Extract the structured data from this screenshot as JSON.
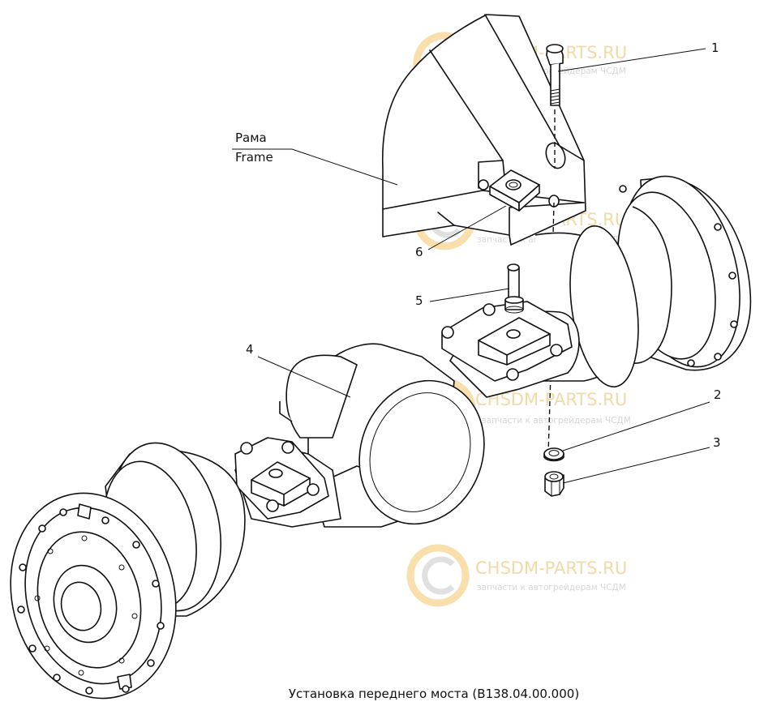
{
  "watermark": {
    "site": "CHSDM-PARTS.RU",
    "tagline": "запчасти к автогрейдерам ЧСДМ"
  },
  "labels": {
    "frame_ru": "Рама",
    "frame_en": "Frame"
  },
  "callouts": [
    "1",
    "2",
    "3",
    "4",
    "5",
    "6"
  ],
  "caption": "Установка переднего моста (В138.04.00.000)",
  "colors": {
    "line": "#111111",
    "watermark_orange": "#f5d490",
    "watermark_gray": "#d8d8d8"
  }
}
